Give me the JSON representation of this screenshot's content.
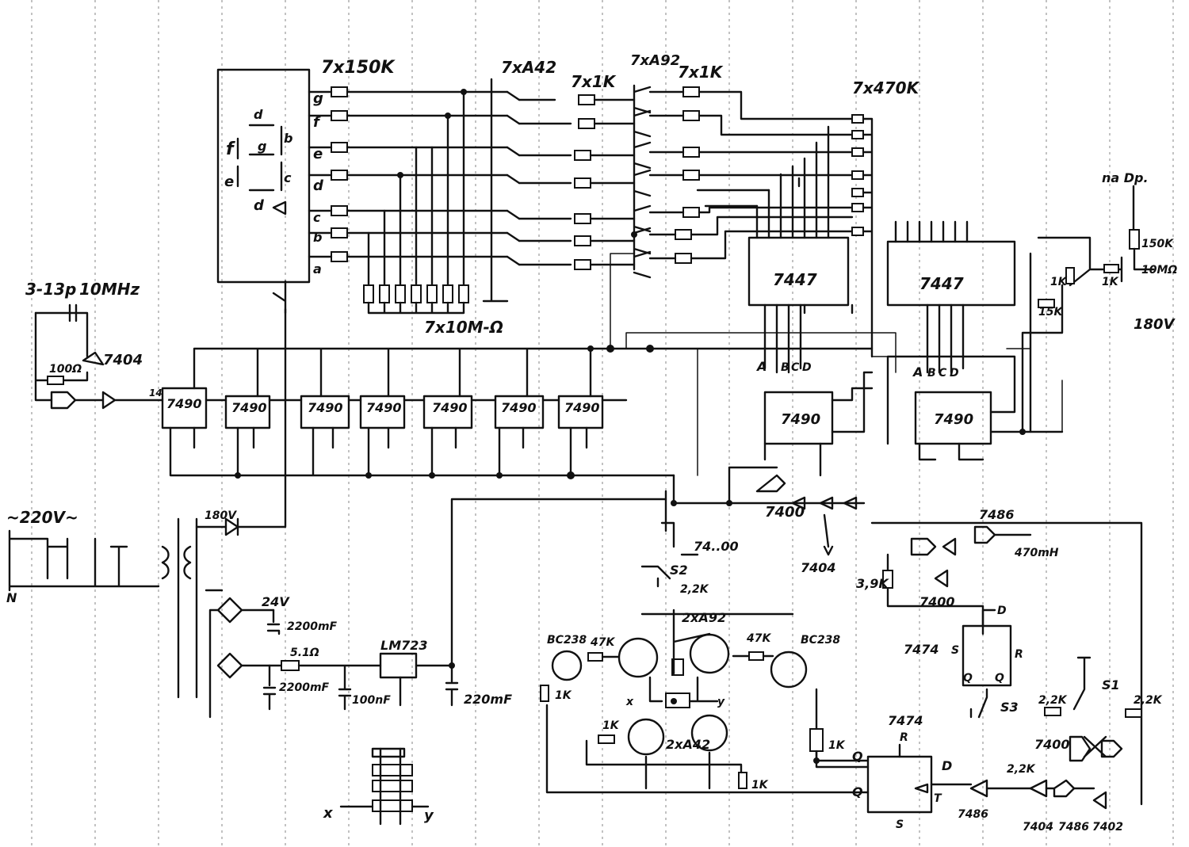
{
  "labels": {
    "display_resistors": "7x150K",
    "driver_transistors": "7xA42",
    "base_resistors": "7x1K",
    "hv_transistors": "7xA92",
    "collector_resistors": "7x1K",
    "pull_resistors": "7x470K",
    "pulldown_resistors": "7x10M-Ω",
    "trimmer_cap": "3-13p",
    "crystal": "10MHz",
    "osc_resistor": "100Ω",
    "inverter_osc": "7404",
    "counter_chip": "7490",
    "decoder_chip": "7447",
    "mains": "~220V~",
    "neutral": "N",
    "hv_diode": "180V",
    "bridge_voltage": "24V",
    "filter_cap_1": "2200mF",
    "series_resistor": "5.1Ω",
    "filter_cap_2": "2200mF",
    "bypass_cap": "100nF",
    "regulator": "LM723",
    "output_cap": "220mF",
    "gate_7400": "7400",
    "gate_7404": "7404",
    "gate_7486": "7486",
    "flipflop_7474": "7474",
    "gate_7402": "7402",
    "inductor": "470mH",
    "pullup_3k9": "3,9K",
    "switch_s1": "S1",
    "switch_s2": "S2",
    "switch_s3": "S3",
    "r_2k2_a": "2,2K",
    "r_2k2_b": "2,2K",
    "r_2k2_c": "2,2K",
    "bc238_left": "BC238",
    "r_47k_left": "47K",
    "r_47k_right": "47K",
    "bc238_right": "BC238",
    "pair_a92": "2xA92",
    "pair_a42": "2xA42",
    "r_1k_a": "1K",
    "r_1k_b": "1K",
    "r_1k_c": "1K",
    "r_1k_d": "1K",
    "node_x": "x",
    "node_y": "y",
    "anode_r1": "150K",
    "anode_r2": "10MΩ",
    "anode_r3": "1K",
    "anode_r4": "1K",
    "anode_r5": "15K",
    "hv_in": "180V",
    "to_display": "na Dp.",
    "seg_a": "a",
    "seg_b": "b",
    "seg_c": "c",
    "seg_d": "d",
    "seg_e": "e",
    "seg_f": "f",
    "seg_g": "g",
    "pin_A": "A",
    "pin_B": "B",
    "pin_C": "C",
    "pin_D": "D",
    "ff_Q": "Q",
    "ff_Qn": "Q",
    "ff_R": "R",
    "ff_S": "S",
    "ff_D": "D",
    "ff_T": "T",
    "dig_d": "d",
    "dig_f": "f",
    "dig_g": "g",
    "dig_e": "e",
    "dig_c": "c",
    "dig_b": "b"
  }
}
